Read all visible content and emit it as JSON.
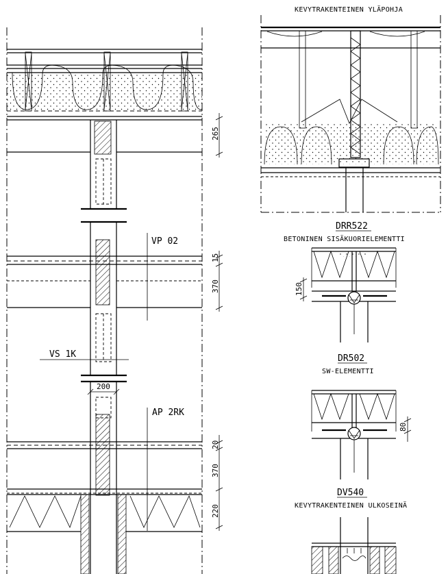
{
  "labels": {
    "kevyt_ylapohja": "KEVYTRAKENTEINEN YLÄPOHJA",
    "drr522_code": "DRR522",
    "drr522_desc": "BETONINEN SISÄKUORIELEMENTTI",
    "dr502_code": "DR502",
    "dr502_desc": "SW-ELEMENTTI",
    "dv540_code": "DV540",
    "dv540_desc": "KEVYTRAKENTEINEN ULKOSEINÄ",
    "vp02": "VP 02",
    "vs1k": "VS 1K",
    "ap2rk": "AP 2RK"
  },
  "dimensions": {
    "d265": "265",
    "d15": "15",
    "d370a": "370",
    "d150": "150",
    "d200": "200",
    "d80": "80",
    "d20": "20",
    "d370b": "370",
    "d220": "220"
  }
}
